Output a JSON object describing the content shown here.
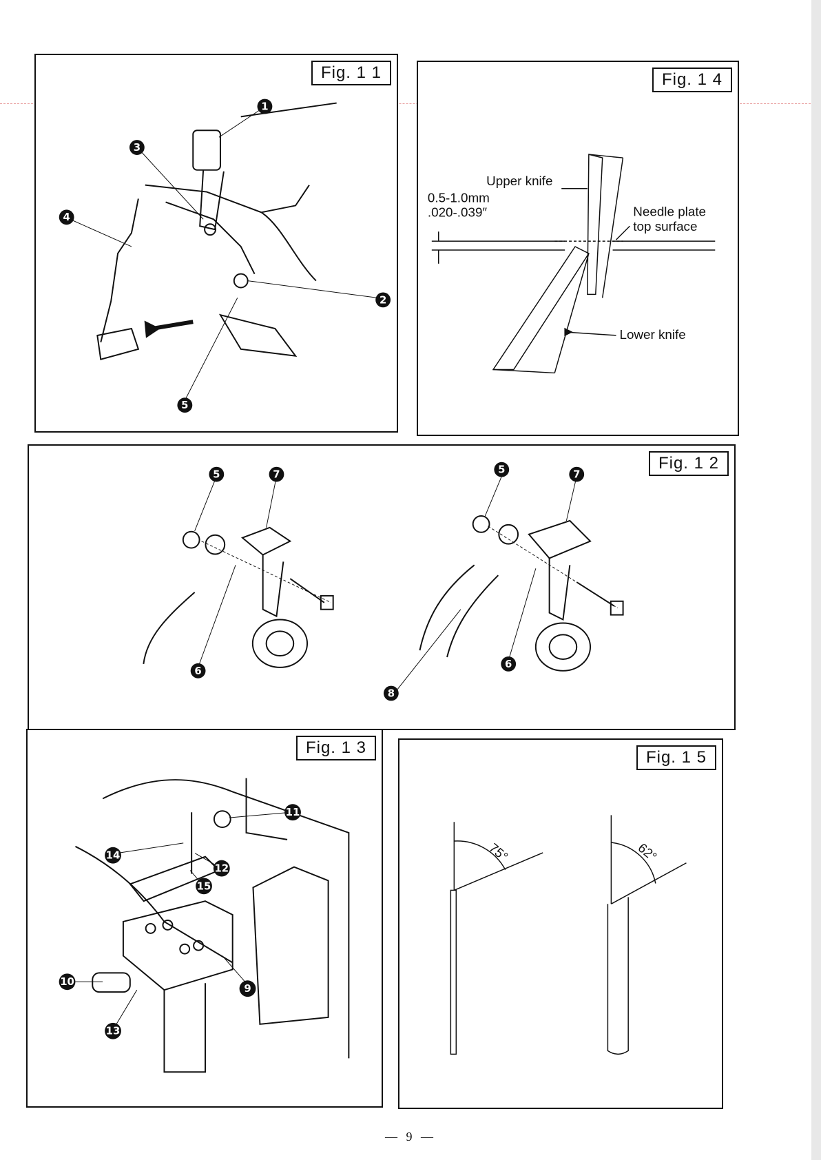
{
  "figures": {
    "fig11": {
      "label": "Fig. 1 1",
      "callouts": [
        "1",
        "2",
        "3",
        "4",
        "5"
      ]
    },
    "fig14": {
      "label": "Fig. 1 4",
      "upper_knife": "Upper knife",
      "gap_mm": "0.5-1.0mm",
      "gap_in": ".020-.039″",
      "needle_plate_1": "Needle plate",
      "needle_plate_2": "top surface",
      "lower_knife": "Lower knife"
    },
    "fig12": {
      "label": "Fig. 1 2",
      "callouts": [
        "5",
        "7",
        "6",
        "5",
        "7",
        "6",
        "8"
      ]
    },
    "fig13": {
      "label": "Fig. 1 3",
      "callouts": [
        "11",
        "14",
        "12",
        "15",
        "10",
        "9",
        "13"
      ]
    },
    "fig15": {
      "label": "Fig. 1 5",
      "angle_1": "75°",
      "angle_2": "62°"
    }
  },
  "page_number": "— 9 —"
}
